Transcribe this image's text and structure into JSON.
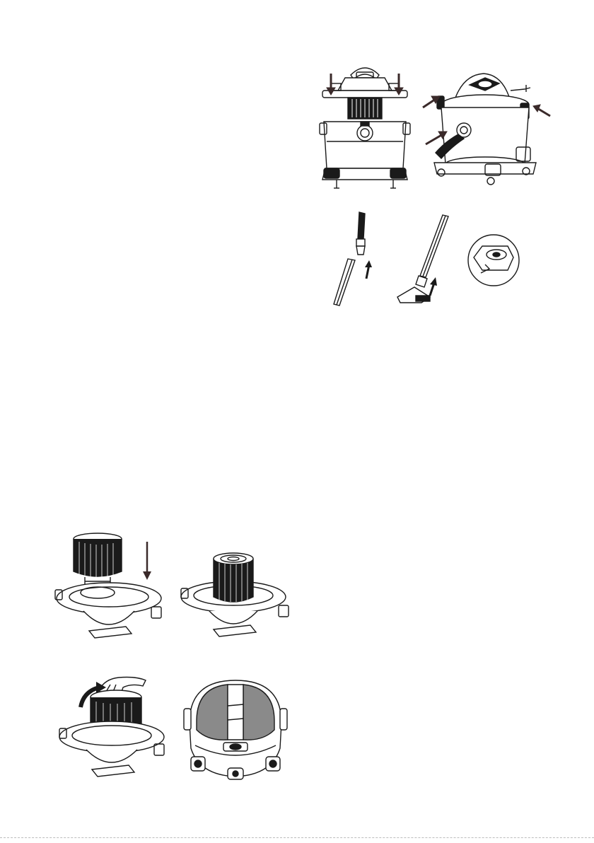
{
  "page": {
    "background": "#ffffff",
    "ink": "#1a1a1a",
    "arrow_color": "#3a2a2a"
  },
  "figures": [
    {
      "name": "vacuum-front-assembly",
      "icon": "vacuum-front-illustration"
    },
    {
      "name": "vacuum-side-assembly",
      "icon": "vacuum-side-illustration"
    },
    {
      "name": "hose-wand-connect",
      "icon": "hose-wand-illustration"
    },
    {
      "name": "wand-floor-nozzle-connect",
      "icon": "floor-nozzle-illustration"
    },
    {
      "name": "latch-detail",
      "icon": "latch-detail-illustration"
    },
    {
      "name": "filter-install",
      "icon": "filter-install-illustration"
    },
    {
      "name": "filter-installed",
      "icon": "filter-installed-illustration"
    },
    {
      "name": "filter-lid-twist",
      "icon": "filter-twist-illustration"
    },
    {
      "name": "tank-top-view",
      "icon": "tank-top-illustration"
    }
  ]
}
